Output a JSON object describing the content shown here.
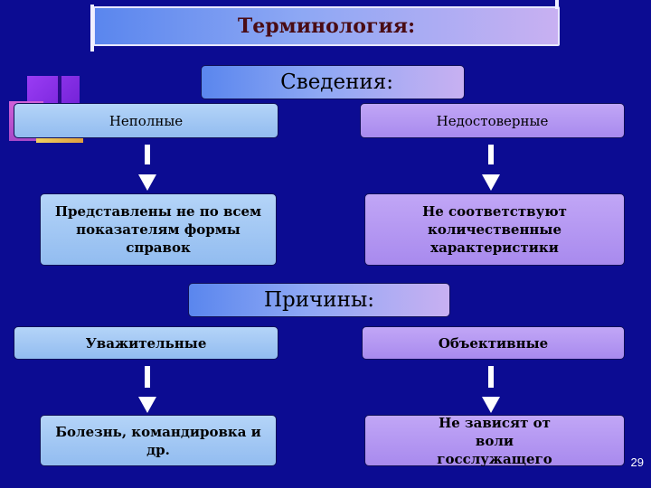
{
  "title": "Терминология:",
  "section_info": {
    "heading": "Сведения:",
    "left": {
      "label": "Неполные",
      "detail": "Представлены не по всем показателям формы справок"
    },
    "right": {
      "label": "Недостоверные",
      "detail": "Не соответствуют количественные характеристики"
    }
  },
  "section_reasons": {
    "heading": "Причины:",
    "left": {
      "label": "Уважительные",
      "detail": "Болезнь, командировка и др."
    },
    "right": {
      "label": "Объективные",
      "detail": "Не зависят от воли госслужащего"
    }
  },
  "page_number": "29",
  "colors": {
    "background": "#0c0c92",
    "box_light_blue": "#a6c8f4",
    "box_lilac": "#b497f2",
    "title_text": "#4a0c14",
    "arrow": "#ffffff"
  }
}
